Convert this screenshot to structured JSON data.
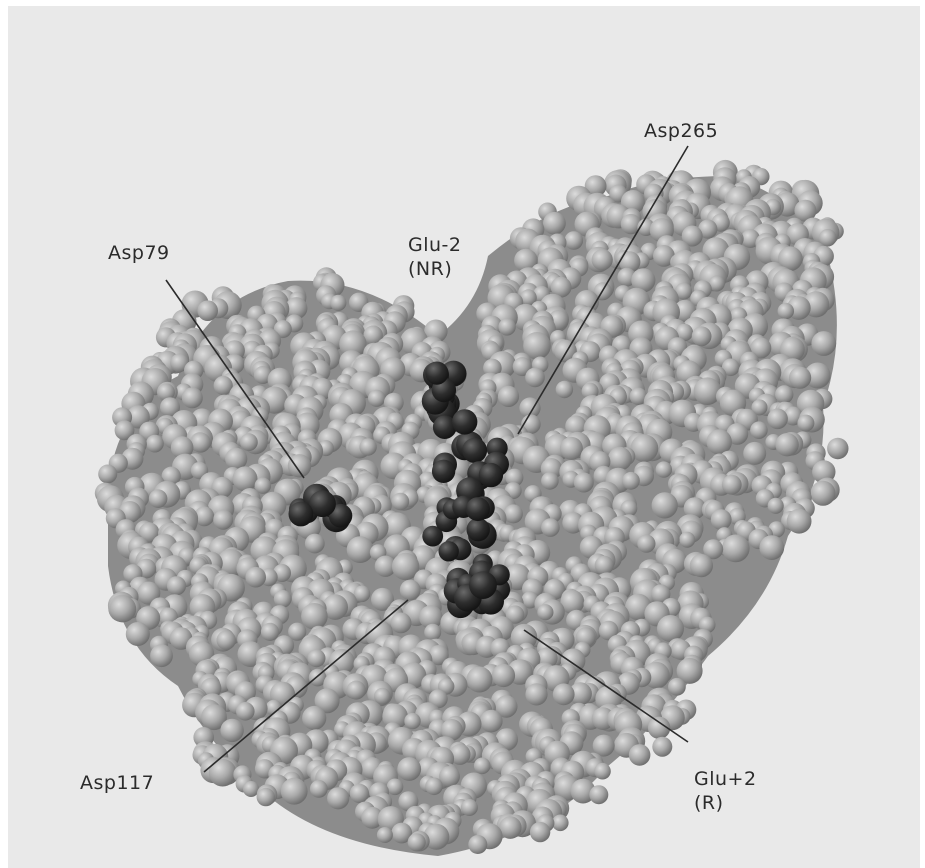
{
  "labels": {
    "asp79": "Asp79",
    "glu_minus2": "Glu-2",
    "glu_minus2_site": "(NR)",
    "asp265": "Asp265",
    "asp117": "Asp117",
    "glu_plus2": "Glu+2",
    "glu_plus2_site": "(R)"
  },
  "colors": {
    "background": "#e9e9e9",
    "protein_atom": "#a6a6a6",
    "protein_shade": "#6e6e6e",
    "highlight_atom": "#2a2a2a",
    "label_text": "#2b2b2b",
    "leader_line": "#2b2b2b"
  }
}
